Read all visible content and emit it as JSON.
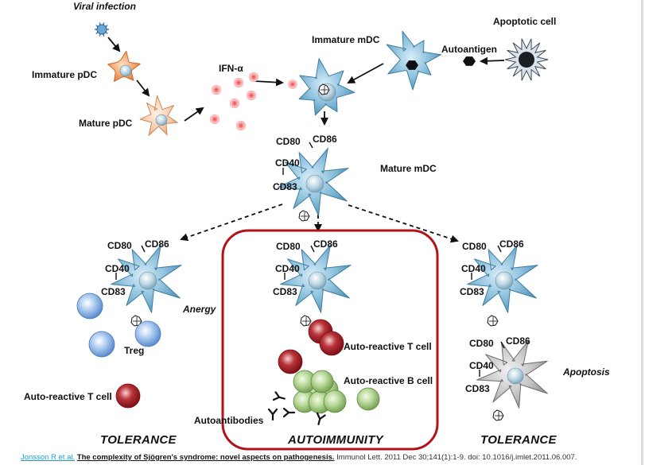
{
  "labels": {
    "viral_infection": "Viral infection",
    "immature_pdc": "Immature pDC",
    "mature_pdc": "Mature pDC",
    "ifn_alpha": "IFN-α",
    "immature_mdc": "Immature mDC",
    "apoptotic_cell": "Apoptotic cell",
    "autoantigen": "Autoantigen",
    "mature_mdc": "Mature mDC",
    "cd80": "CD80",
    "cd86": "CD86",
    "cd40": "CD40",
    "cd83": "CD83",
    "anergy": "Anergy",
    "treg": "Treg",
    "autoreactive_t_left": "Auto-reactive T cell",
    "autoreactive_t_mid": "Auto-reactive T cell",
    "autoreactive_b": "Auto-reactive B cell",
    "apoptosis": "Apoptosis",
    "autoantibodies": "Autoantibodies",
    "tolerance_left": "TOLERANCE",
    "autoimmunity": "AUTOIMMUNITY",
    "tolerance_right": "TOLERANCE"
  },
  "citation": {
    "authors": "Jonsson R et al.",
    "title": "The complexity of Sjögren's syndrome: novel aspects on pathogenesis.",
    "rest": "Immunol Lett. 2011 Dec 30;141(1):1-9. doi: 10.1016/j.imlet.2011.06.007."
  },
  "colors": {
    "dc_blue": "#6fa9c8",
    "pdc_orange": "#f2a874",
    "box_red": "#b3121a",
    "tcell_red": "#a8222a",
    "bcell_green": "#9cc07a",
    "treg_blue": "#7fa8dc",
    "apoptotic_gray": "#b8b8b8"
  }
}
